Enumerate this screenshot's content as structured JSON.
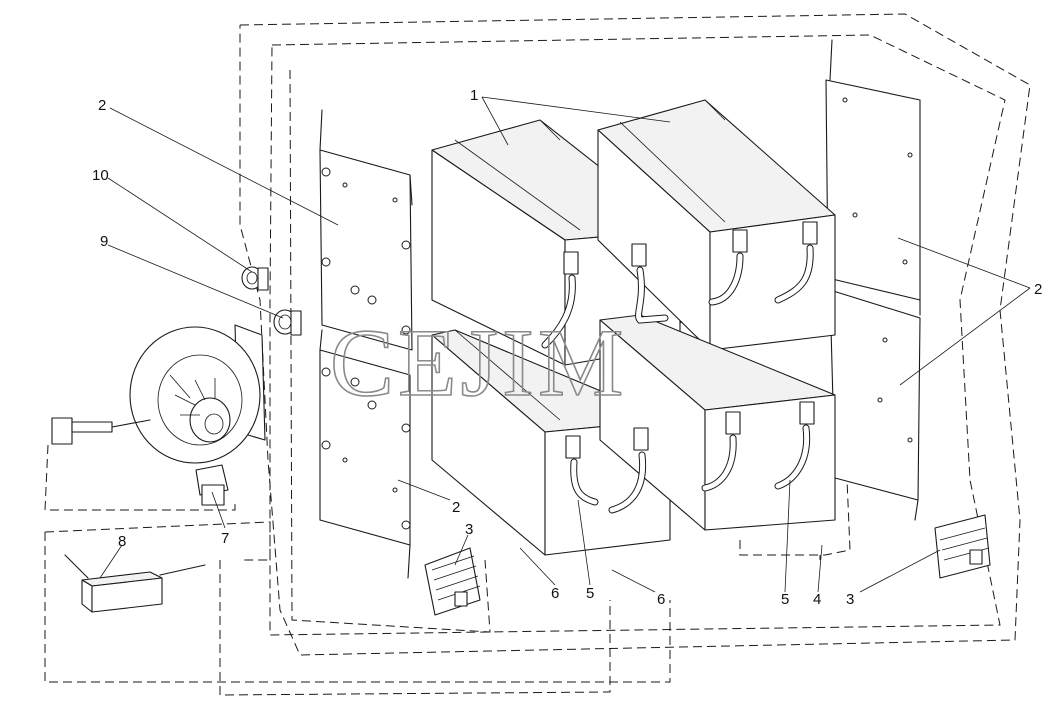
{
  "watermark": "CEJIM",
  "callouts": [
    {
      "id": "c1",
      "label": "1"
    },
    {
      "id": "c2a",
      "label": "2"
    },
    {
      "id": "c10",
      "label": "10"
    },
    {
      "id": "c9",
      "label": "9"
    },
    {
      "id": "c2b",
      "label": "2"
    },
    {
      "id": "c2c",
      "label": "2"
    },
    {
      "id": "c3a",
      "label": "3"
    },
    {
      "id": "c7",
      "label": "7"
    },
    {
      "id": "c8",
      "label": "8"
    },
    {
      "id": "c6a",
      "label": "6"
    },
    {
      "id": "c5a",
      "label": "5"
    },
    {
      "id": "c6b",
      "label": "6"
    },
    {
      "id": "c5b",
      "label": "5"
    },
    {
      "id": "c4",
      "label": "4"
    },
    {
      "id": "c3b",
      "label": "3"
    }
  ]
}
